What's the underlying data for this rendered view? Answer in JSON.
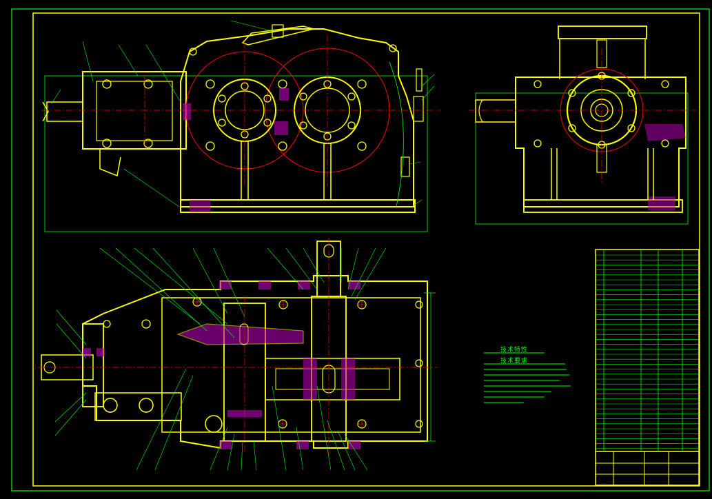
{
  "drawing": {
    "background": "#000000",
    "colors": {
      "outline": "#ffff00",
      "thin": "#00ff00",
      "center": "#ff0000",
      "hatch": "#c000c0",
      "white": "#ffffff"
    }
  },
  "notes": {
    "title": "技术特性",
    "subtitle": "技术要求"
  },
  "title_block": {
    "label": "parts-list-and-title-block"
  }
}
